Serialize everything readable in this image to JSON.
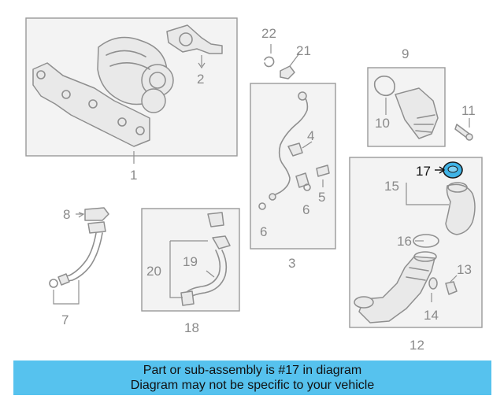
{
  "diagram": {
    "callouts": {
      "c1": "1",
      "c2": "2",
      "c3": "3",
      "c4": "4",
      "c5": "5",
      "c6a": "6",
      "c6b": "6",
      "c7": "7",
      "c8": "8",
      "c9": "9",
      "c10": "10",
      "c11": "11",
      "c12": "12",
      "c13": "13",
      "c14": "14",
      "c15": "15",
      "c16": "16",
      "c17": "17",
      "c18": "18",
      "c19": "19",
      "c20": "20",
      "c21": "21",
      "c22": "22"
    },
    "highlight_part": "17",
    "highlight_color": "#3fb3e6"
  },
  "banner": {
    "line1": "Part or sub-assembly is #17 in diagram",
    "line2": "Diagram may not be specific to your vehicle",
    "color": "#56c2ee"
  }
}
